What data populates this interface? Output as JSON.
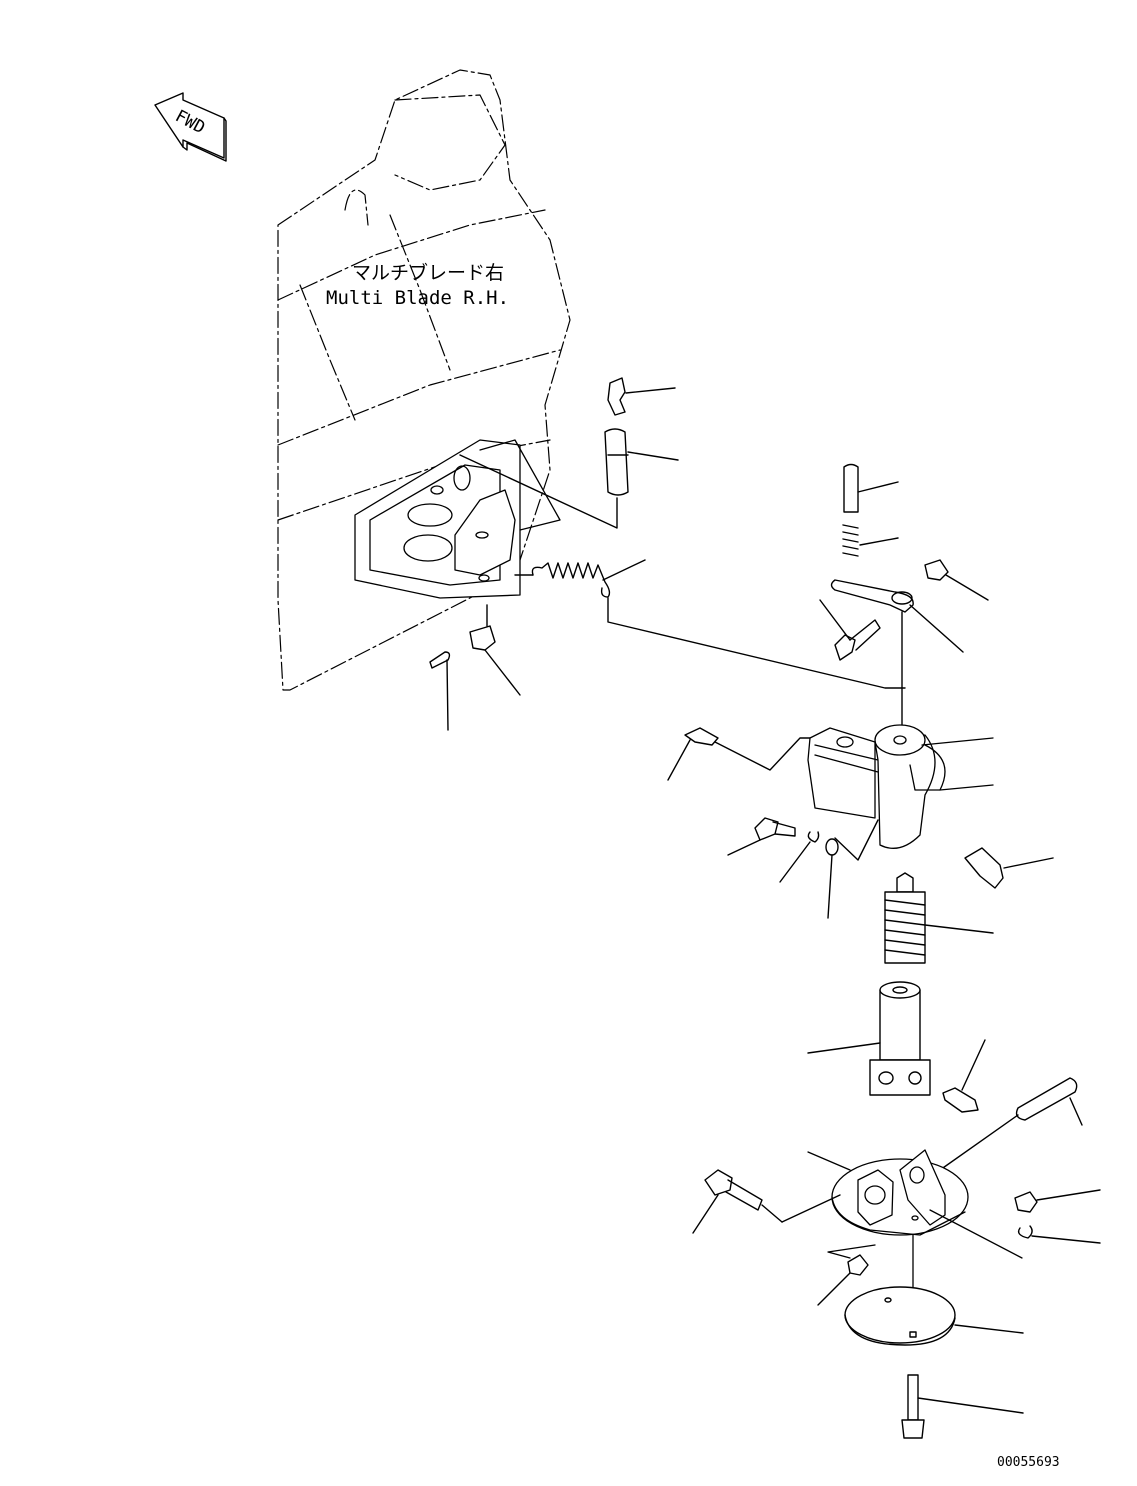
{
  "fwd_label": "FWD",
  "blade_label_jp": "マルチブレード右",
  "blade_label_en": "Multi Blade R.H.",
  "drawing_number": "00055693"
}
